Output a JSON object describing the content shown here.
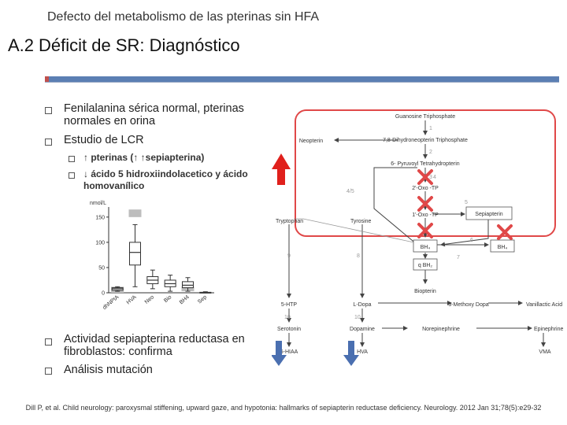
{
  "slide": {
    "subtitle": "Defecto del metabolismo de las pterinas sin HFA",
    "section_number": "A.2",
    "title": "Déficit de SR: Diagnóstico",
    "bullets": [
      "Fenilalanina sérica normal, pterinas normales en orina",
      "Estudio de LCR",
      "Actividad sepiapterina reductasa en fibroblastos: confirma",
      "Análisis mutación"
    ],
    "sub_bullets": [
      "↑ pterinas (↑ ↑sepiapterina)",
      "↓ ácido 5 hidroxiindolacetico y ácido homovanílico"
    ],
    "citation": "Dill P, et al. Child neurology: paroxysmal stiffening, upward gaze, and hypotonia: hallmarks of sepiapterin reductase deficiency. Neurology. 2012 Jan 31;78(5):e29-32"
  },
  "colors": {
    "accent_blue": "#5b7fb3",
    "accent_red": "#c0504d",
    "arrow_red": "#e0201c",
    "arrow_blue": "#4a6fb0",
    "highlight": "#e04848"
  },
  "pathway": {
    "nodes": {
      "gtp": "Guanosine Triphosphate",
      "neopterin": "Neopterin",
      "dhnp": "7,8-Dihydroneopterin Triphosphate",
      "ptp": "6- Pyruvoyl Tetrahydropterin",
      "oxo2": "2'-Oxo -TP",
      "oxo1": "1'-Oxo -TP",
      "sepiapterin": "Sepiapterin",
      "bh4_a": "BH₄",
      "bh4_b": "BH₄",
      "bh2": "q BH₂",
      "biopterin": "Biopterin",
      "tryptophan": "Tryptophan",
      "tyrosine": "Tyrosine",
      "htp": "5-HTP",
      "ldopa": "L-Dopa",
      "methoxydopa": "3-Methoxy Dopa",
      "vanillactic": "Vanillactic Acid",
      "serotonin": "Serotonin",
      "dopamine": "Dopamine",
      "norepinephrine": "Norepinephrine",
      "epinephrine": "Epinephrine",
      "hiaa": "5-HIAA",
      "hva": "HVA",
      "vma": "VMA"
    },
    "step_labels": [
      "1",
      "2",
      "3",
      "4",
      "4/5",
      "5",
      "6",
      "7",
      "8",
      "9",
      "10",
      "10"
    ]
  },
  "chart_data": {
    "type": "box",
    "ylabel": "nmol/L",
    "categories": [
      "dhNPtA",
      "HVA",
      "Neo",
      "Bio",
      "BH4",
      "Sep"
    ],
    "yticks": [
      0,
      50,
      100,
      150
    ],
    "ylim": [
      0,
      170
    ],
    "boxes": [
      {
        "category": "dhNPtA",
        "min": 3,
        "q1": 5,
        "median": 8,
        "q3": 10,
        "max": 12
      },
      {
        "category": "HVA",
        "min": 12,
        "q1": 55,
        "median": 80,
        "q3": 100,
        "max": 135
      },
      {
        "category": "Neo",
        "min": 8,
        "q1": 18,
        "median": 25,
        "q3": 32,
        "max": 45
      },
      {
        "category": "Bio",
        "min": 3,
        "q1": 12,
        "median": 18,
        "q3": 25,
        "max": 35
      },
      {
        "category": "BH4",
        "min": 3,
        "q1": 10,
        "median": 15,
        "q3": 22,
        "max": 30
      },
      {
        "category": "Sep",
        "min": 0,
        "q1": 0,
        "median": 0,
        "q3": 1,
        "max": 2
      }
    ],
    "patient_bars": [
      {
        "category": "dhNPtA",
        "low": 0,
        "high": 12
      },
      {
        "category": "HVA",
        "low": 150,
        "high": 165
      },
      {
        "category": "BH4",
        "low": 3,
        "high": 12
      }
    ]
  }
}
